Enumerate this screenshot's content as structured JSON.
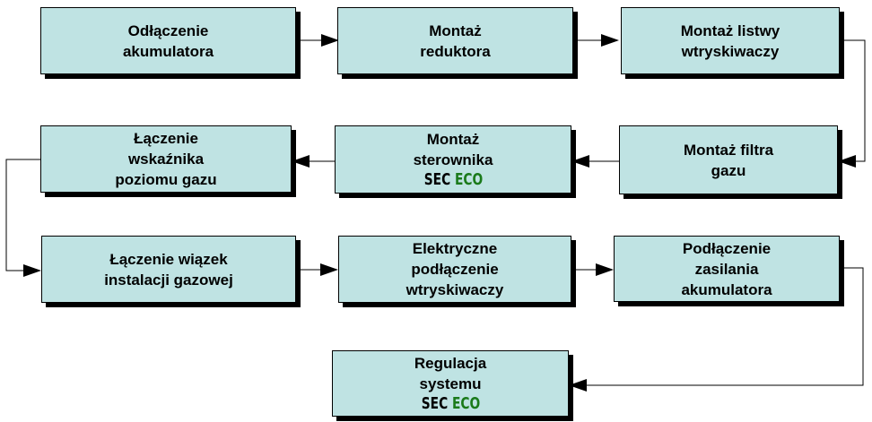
{
  "brand_colors": {
    "sec": "#000000",
    "eco": "#1a7a1a",
    "box_fill": "#bfe3e3"
  },
  "boxes": {
    "b1": {
      "lines": [
        "Odłączenie",
        "akumulatora"
      ]
    },
    "b2": {
      "lines": [
        "Montaż",
        "reduktora"
      ]
    },
    "b3": {
      "lines": [
        "Montaż listwy",
        "wtryskiwaczy"
      ]
    },
    "b4": {
      "lines": [
        "Montaż filtra",
        "gazu"
      ]
    },
    "b5": {
      "lines": [
        "Montaż",
        "sterownika"
      ],
      "brand": {
        "sec": "SEC",
        "eco": "ECO"
      }
    },
    "b6": {
      "lines": [
        "Łączenie",
        "wskaźnika",
        "poziomu gazu"
      ]
    },
    "b7": {
      "lines": [
        "Łączenie wiązek",
        "instalacji gazowej"
      ]
    },
    "b8": {
      "lines": [
        "Elektryczne",
        "podłączenie",
        "wtryskiwaczy"
      ]
    },
    "b9": {
      "lines": [
        "Podłączenie",
        "zasilania",
        "akumulatora"
      ]
    },
    "b10": {
      "lines": [
        "Regulacja",
        "systemu"
      ],
      "brand": {
        "sec": "SEC",
        "eco": "ECO"
      }
    }
  }
}
